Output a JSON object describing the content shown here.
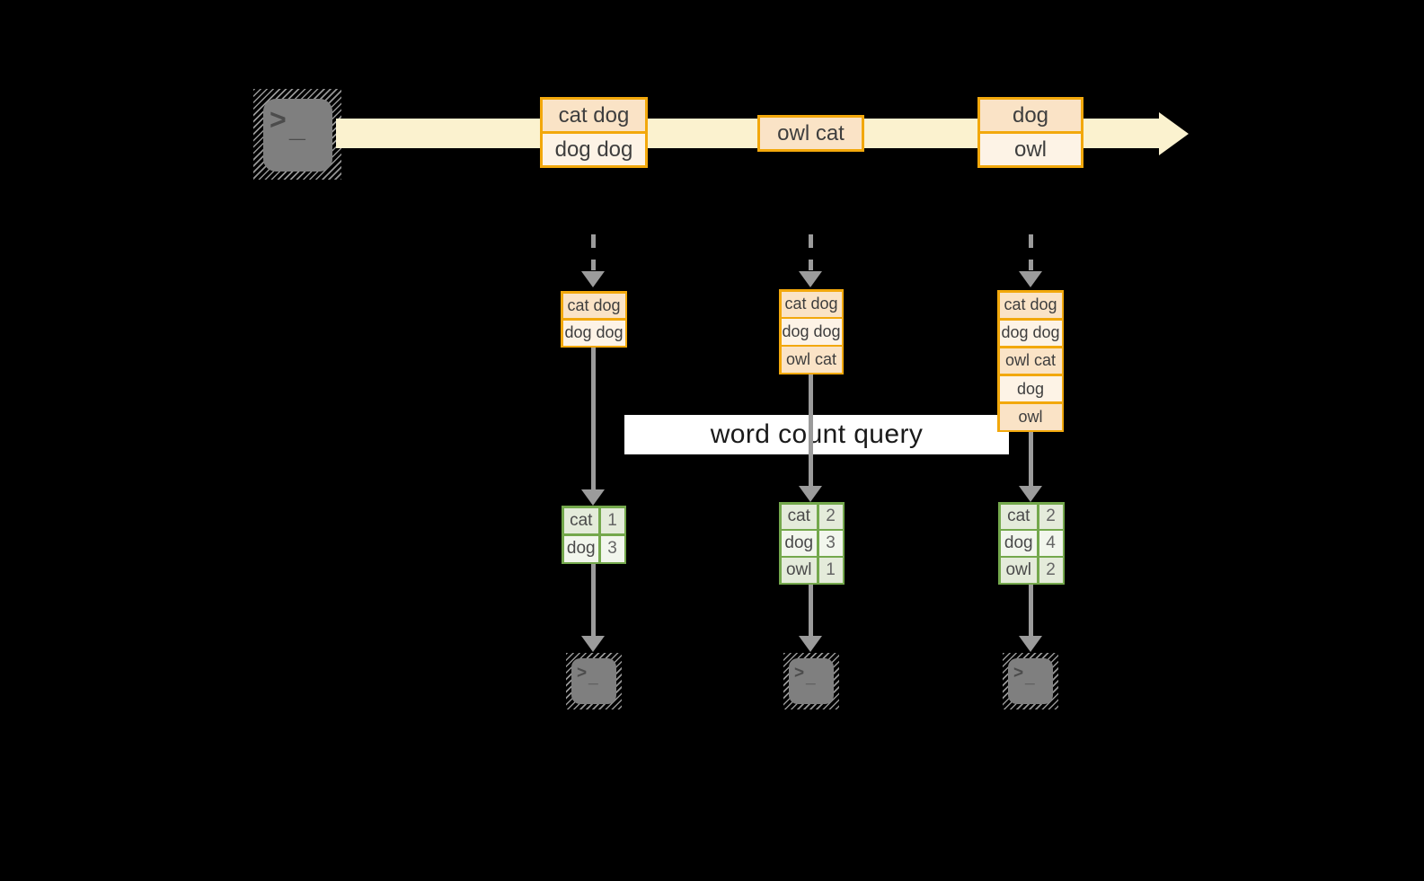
{
  "query_label": "word count query",
  "colors": {
    "background": "#000000",
    "stream_band": "#fbf2cf",
    "event_border": "#f2a80c",
    "event_fill_dark": "#fae3c6",
    "event_fill_light": "#fdf3e6",
    "table_border": "#74a84c",
    "table_fill_dark": "#e4ebda",
    "table_fill_light": "#f2f6ed",
    "arrow_gray": "#9b9b9b",
    "terminal_gray": "#7f7f7f",
    "query_band_bg": "#ffffff"
  },
  "terminal": {
    "icon": "terminal-icon",
    "prompt": ">",
    "cursor": "_"
  },
  "stream": {
    "events": [
      {
        "lines": [
          "cat dog",
          "dog dog"
        ]
      },
      {
        "lines": [
          "owl cat"
        ]
      },
      {
        "lines": [
          "dog",
          "owl"
        ]
      }
    ]
  },
  "micro_batches": [
    {
      "lines": [
        "cat dog",
        "dog dog"
      ]
    },
    {
      "lines": [
        "cat dog",
        "dog dog",
        "owl cat"
      ]
    },
    {
      "lines": [
        "cat dog",
        "dog dog",
        "owl cat",
        "dog",
        "owl"
      ]
    }
  ],
  "word_counts": [
    {
      "rows": [
        {
          "word": "cat",
          "count": "1"
        },
        {
          "word": "dog",
          "count": "3"
        }
      ]
    },
    {
      "rows": [
        {
          "word": "cat",
          "count": "2"
        },
        {
          "word": "dog",
          "count": "3"
        },
        {
          "word": "owl",
          "count": "1"
        }
      ]
    },
    {
      "rows": [
        {
          "word": "cat",
          "count": "2"
        },
        {
          "word": "dog",
          "count": "4"
        },
        {
          "word": "owl",
          "count": "2"
        }
      ]
    }
  ]
}
